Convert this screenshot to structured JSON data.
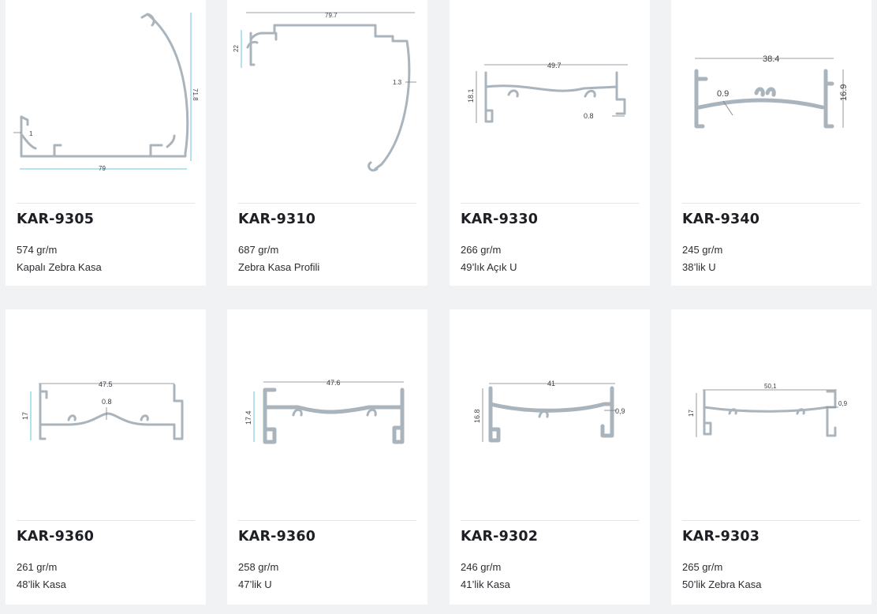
{
  "products": [
    {
      "code": "KAR-9305",
      "weight": "574 gr/m",
      "desc": "Kapalı Zebra Kasa",
      "dims": [
        "79",
        "71.8",
        "1"
      ]
    },
    {
      "code": "KAR-9310",
      "weight": "687 gr/m",
      "desc": "Zebra Kasa Profili",
      "dims": [
        "79.7",
        "22",
        "1.3"
      ]
    },
    {
      "code": "KAR-9330",
      "weight": "266 gr/m",
      "desc": "49’lık Açık U",
      "dims": [
        "49.7",
        "18.1",
        "0.8"
      ]
    },
    {
      "code": "KAR-9340",
      "weight": "245 gr/m",
      "desc": "38’lik U",
      "dims": [
        "38.4",
        "16.9",
        "0.9"
      ]
    },
    {
      "code": "KAR-9360",
      "weight": "261 gr/m",
      "desc": "48’lik Kasa",
      "dims": [
        "47.5",
        "17",
        "0.8"
      ]
    },
    {
      "code": "KAR-9360",
      "weight": "258 gr/m",
      "desc": "47’lik U",
      "dims": [
        "47.6",
        "17.4"
      ]
    },
    {
      "code": "KAR-9302",
      "weight": "246 gr/m",
      "desc": "41’lik Kasa",
      "dims": [
        "41",
        "16.8",
        "0,9"
      ]
    },
    {
      "code": "KAR-9303",
      "weight": "265 gr/m",
      "desc": "50’lik Zebra Kasa",
      "dims": [
        "50,1",
        "17",
        "0,9"
      ]
    }
  ]
}
